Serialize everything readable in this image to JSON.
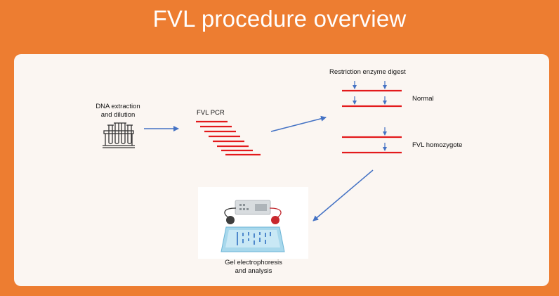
{
  "title": "FVL procedure overview",
  "steps": {
    "extraction": {
      "line1": "DNA extraction",
      "line2": "and dilution",
      "icon": "test-tube-rack-icon"
    },
    "pcr": {
      "label": "FVL PCR"
    },
    "digest": {
      "label": "Restriction enzyme digest",
      "normal": "Normal",
      "homozygote": "FVL homozygote"
    },
    "gel": {
      "line1": "Gel electrophoresis",
      "line2": "and analysis",
      "icon": "gel-electrophoresis-apparatus-icon"
    }
  },
  "colors": {
    "background": "#ED7D31",
    "card": "#FBF6F2",
    "dna_strand": "#E31A1C",
    "arrow": "#4472C4"
  }
}
